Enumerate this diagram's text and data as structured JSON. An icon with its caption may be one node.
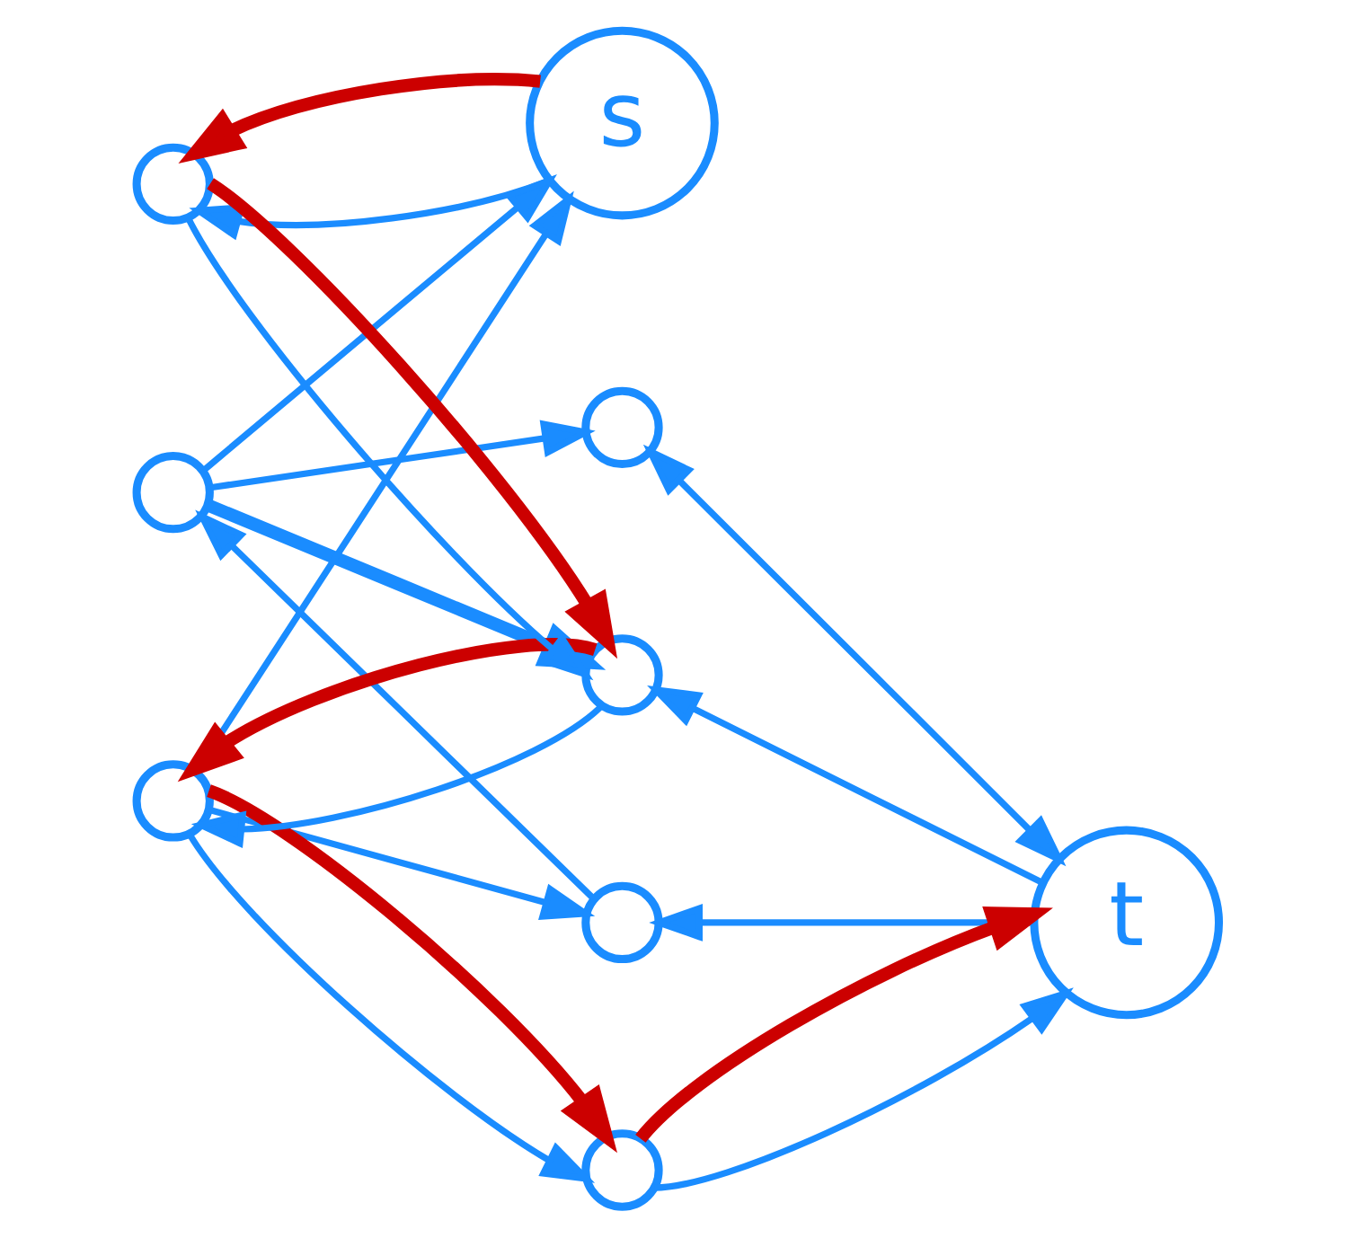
{
  "diagram": {
    "nodes": [
      {
        "text": [],
        "shape": "circle"
      },
      {
        "text": [],
        "shape": "circle"
      },
      {
        "text": [
          "s"
        ]
      },
      {
        "text": [],
        "shape": "circle"
      },
      {
        "text": [],
        "shape": "circle"
      },
      {
        "text": [
          "t"
        ]
      },
      {
        "text": [],
        "shape": "circle"
      },
      {
        "text": [],
        "shape": "circle"
      },
      {
        "text": [],
        "shape": "circle"
      }
    ],
    "edges": [
      {
        "from": 0,
        "to": 2,
        "arrow": "to"
      },
      {
        "from": 0,
        "to": 4,
        "arrow": "to",
        "style": "thick"
      },
      {
        "from": 1,
        "to": 0,
        "arrow": "to"
      },
      {
        "from": 3,
        "to": 1,
        "arrow": "to"
      },
      {
        "from": 3,
        "to": 2,
        "arrow": "to"
      },
      {
        "from": 4,
        "to": 3,
        "arrow": "to"
      },
      {
        "from": 5,
        "to": 4,
        "arrow": "to"
      },
      {
        "from": 5,
        "to": 1,
        "arrow": "to"
      },
      {
        "from": 2,
        "to": 6,
        "arrow": "to"
      },
      {
        "from": 6,
        "to": 4,
        "arrow": "to"
      },
      {
        "from": 3,
        "to": 7,
        "arrow": "to"
      },
      {
        "from": 7,
        "to": 5,
        "arrow": "to"
      },
      {
        "from": 0,
        "to": 8,
        "arrow": "to"
      },
      {
        "from": 5,
        "to": 8,
        "arrow": "both"
      },
      {
        "from": 2,
        "to": 6,
        "arrow": "to",
        "style": "thick",
        "color": "#cc0000"
      },
      {
        "from": 6,
        "to": 4,
        "arrow": "to",
        "style": "thick",
        "color": "#cc0000"
      },
      {
        "from": 4,
        "to": 3,
        "arrow": "to",
        "style": "thick",
        "color": "#cc0000"
      },
      {
        "from": 3,
        "to": 7,
        "arrow": "to",
        "style": "thick",
        "color": "#cc0000"
      },
      {
        "from": 7,
        "to": 5,
        "arrow": "to",
        "style": "thick",
        "color": "#cc0000"
      }
    ]
  }
}
